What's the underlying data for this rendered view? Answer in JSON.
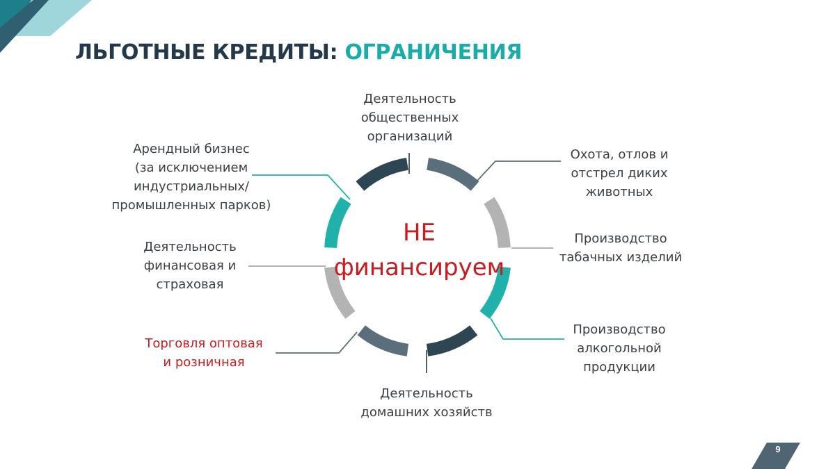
{
  "slide": {
    "title_main": "ЛЬГОТНЫЕ КРЕДИТЫ:",
    "title_accent": "ОГРАНИЧЕНИЯ",
    "center_line1": "НЕ",
    "center_line2": "финансируем",
    "page_number": "9"
  },
  "items": [
    {
      "text": "Деятельность\nобщественных\nорганизаций"
    },
    {
      "text": "Охота, отлов и\nотстрел диких\nживотных"
    },
    {
      "text": "Производство\nтабачных изделий"
    },
    {
      "text": "Производство\nалкогольной\nпродукции"
    },
    {
      "text": "Деятельность\nдомашних хозяйств"
    },
    {
      "text": "Торговля оптовая\nи розничная"
    },
    {
      "text": "Деятельность\nфинансовая и\nстраховая"
    },
    {
      "text": "Арендный бизнес\n(за исключением\nиндустриальных/\nпромышленных парков)"
    }
  ],
  "colors": {
    "dark_navy": "#2e4554",
    "slate": "#5a6f7b",
    "light_gray": "#b3b3b3",
    "teal": "#20b1ab",
    "red": "#cc1a1f",
    "title_navy": "#233848"
  }
}
